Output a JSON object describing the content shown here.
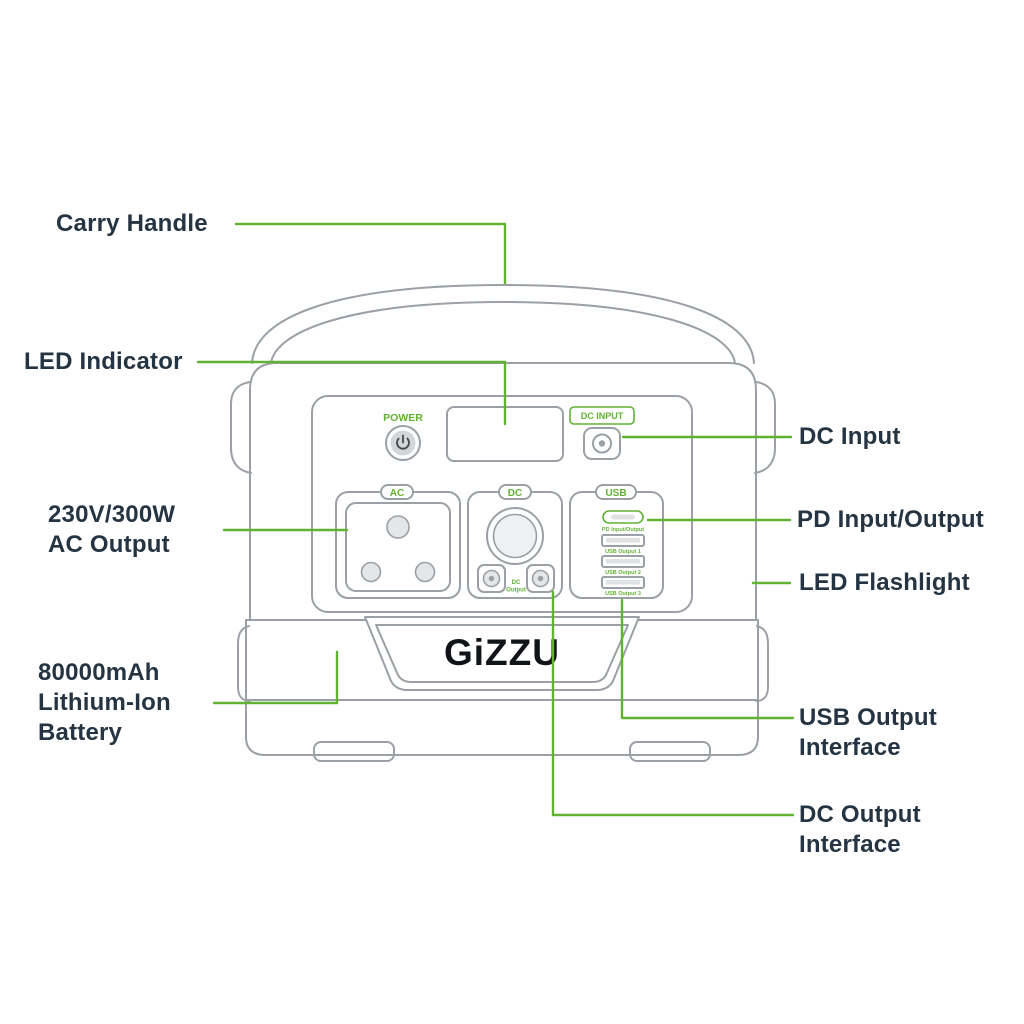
{
  "colors": {
    "accent": "#61b232",
    "ink": "#243442",
    "line": "#9aa0a6"
  },
  "callouts": {
    "carry_handle": "Carry Handle",
    "led_indicator": "LED Indicator",
    "ac_output": "230V/300W\nAC Output",
    "battery": "80000mAh\nLithium-Ion\nBattery",
    "dc_input": "DC Input",
    "pd_input_output": "PD Input/Output",
    "led_flashlight": "LED Flashlight",
    "usb_output_interface": "USB Output\nInterface",
    "dc_output_interface": "DC Output\nInterface"
  },
  "device": {
    "brand": "GiZZU",
    "power_label": "POWER",
    "dc_input_label": "DC INPUT",
    "ac_section_label": "AC",
    "dc_section_label": "DC",
    "usb_section_label": "USB",
    "dc_output_port_label_line1": "DC",
    "dc_output_port_label_line2": "Output",
    "usb_port_labels": [
      "PD Input/Output",
      "USB Output 1",
      "USB Output 2",
      "USB Output 3"
    ]
  }
}
